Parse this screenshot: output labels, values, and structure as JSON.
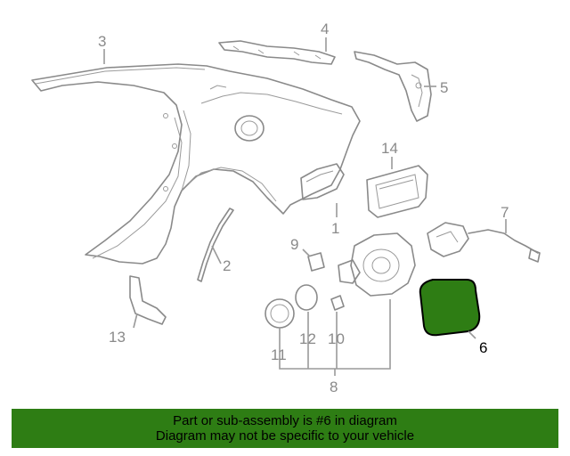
{
  "colors": {
    "line_gray": "#8a8a8a",
    "highlight_fill": "#2e7d14",
    "banner_bg": "#2e7d14",
    "banner_text": "#000000"
  },
  "callouts": {
    "c1": "1",
    "c2": "2",
    "c3": "3",
    "c4": "4",
    "c5": "5",
    "c6": "6",
    "c7": "7",
    "c8": "8",
    "c9": "9",
    "c10": "10",
    "c11": "11",
    "c12": "12",
    "c13": "13",
    "c14": "14"
  },
  "highlighted_part": "6",
  "banner": {
    "line1": "Part or sub-assembly is #6 in diagram",
    "line2": "Diagram may not be specific to your vehicle"
  }
}
